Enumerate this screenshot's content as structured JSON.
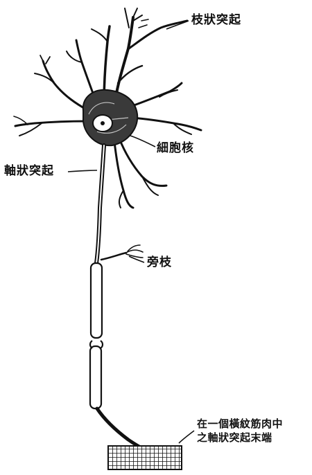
{
  "labels": {
    "dendrite": "枝狀突起",
    "nucleus": "細胞核",
    "axon": "軸狀突起",
    "collateral": "旁枝",
    "axon_ending_line1": "在一個橫紋筋肉中",
    "axon_ending_line2": "之軸狀突起末端"
  },
  "colors": {
    "ink": "#111111",
    "paper": "#ffffff"
  }
}
